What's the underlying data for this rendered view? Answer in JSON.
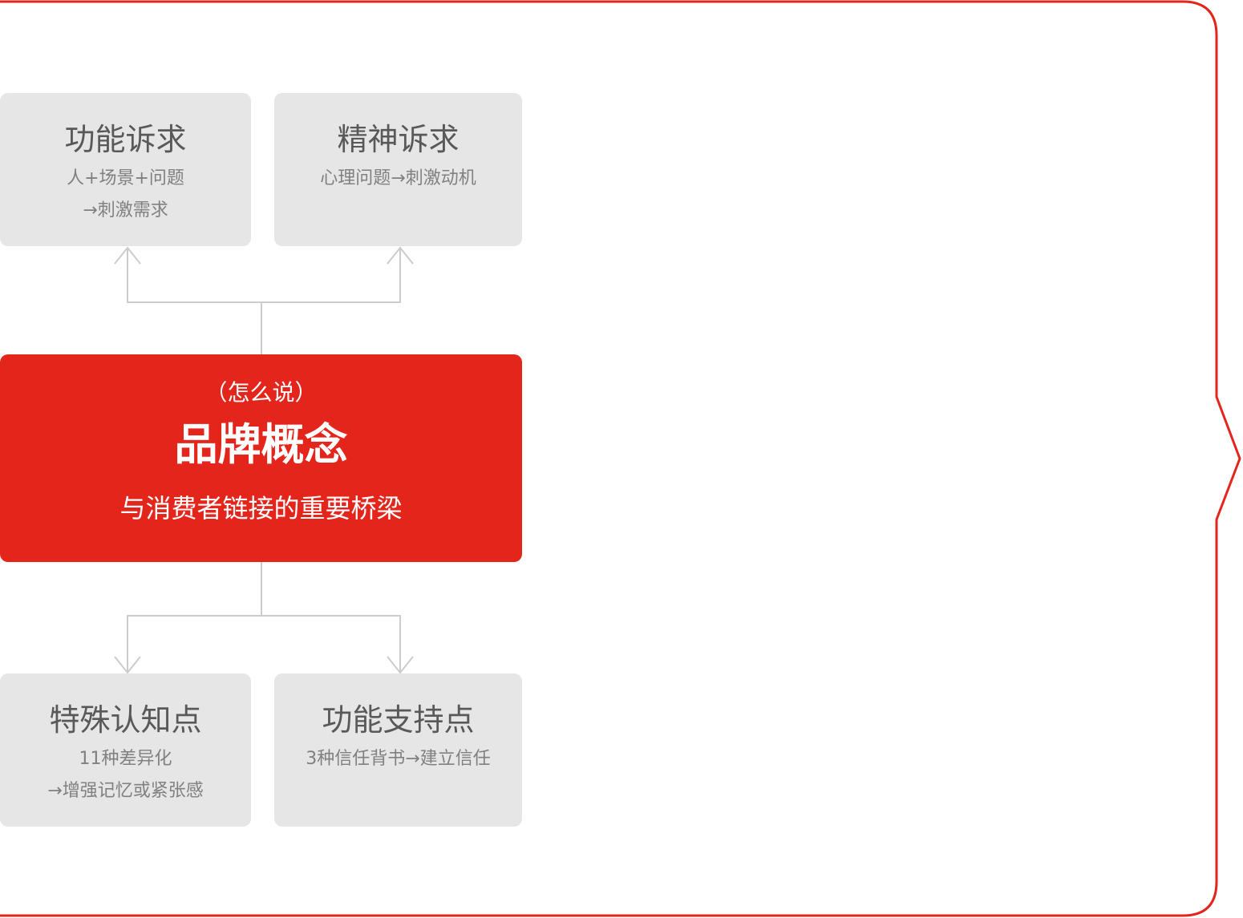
{
  "colors": {
    "accent": "#e3251c",
    "box": "#e6e6e6",
    "title_text": "#595959",
    "sub_text": "#808080",
    "connector": "#cccccc"
  },
  "center": {
    "prefix": "（怎么说）",
    "title": "品牌概念",
    "subtitle": "与消费者链接的重要桥梁"
  },
  "top_nodes": [
    {
      "title": "功能诉求",
      "lines": [
        "人+场景+问题",
        "→刺激需求"
      ]
    },
    {
      "title": "精神诉求",
      "lines": [
        "心理问题→刺激动机"
      ]
    }
  ],
  "bottom_nodes": [
    {
      "title": "特殊认知点",
      "lines": [
        "11种差异化",
        "→增强记忆或紧张感"
      ]
    },
    {
      "title": "功能支持点",
      "lines": [
        "3种信任背书→建立信任"
      ]
    }
  ]
}
